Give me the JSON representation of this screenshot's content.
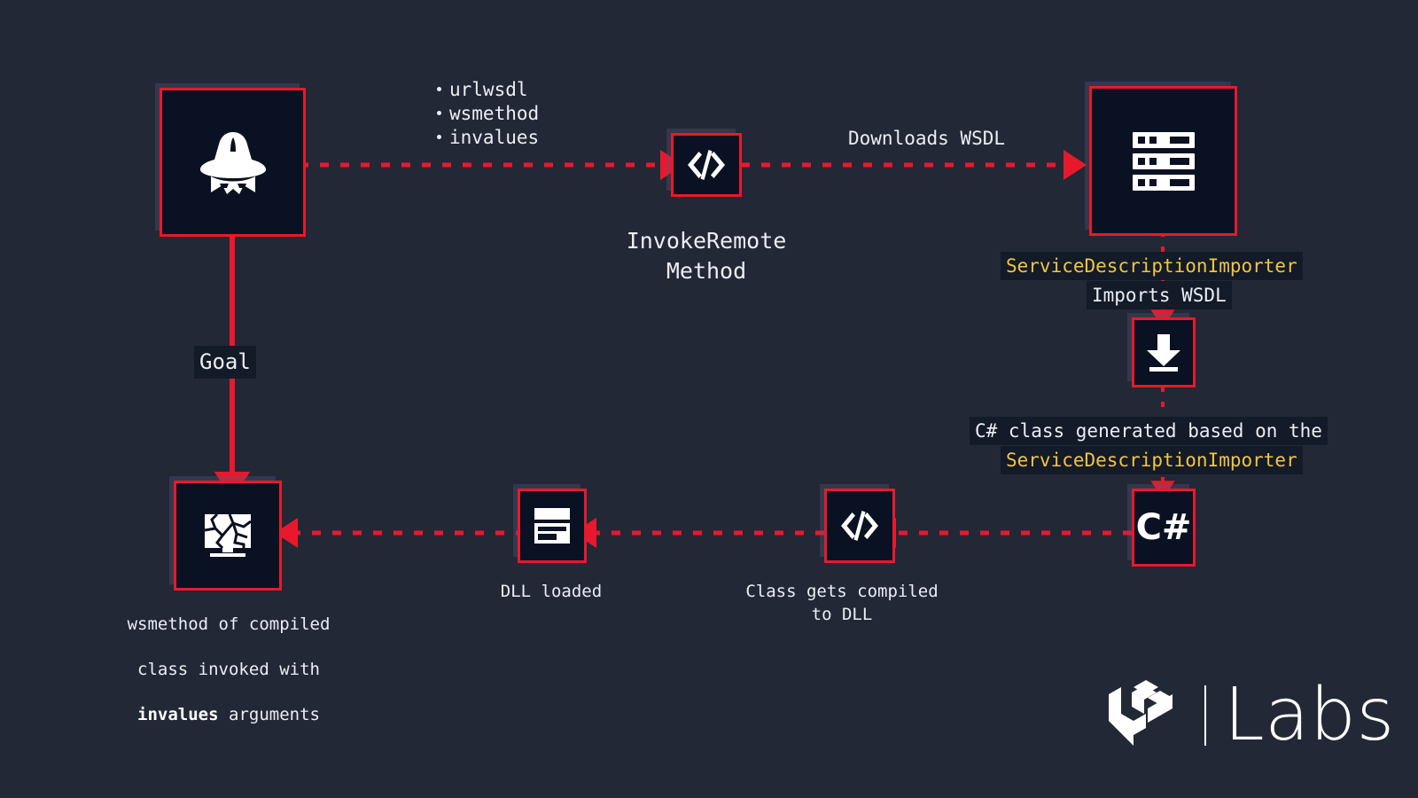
{
  "theme": {
    "background": "#222836",
    "node_fill": "#0a1122",
    "accent_red": "#e8192c",
    "label_plate": "#131a28",
    "text": "#eceef4",
    "highlight_yellow": "#f2c53d",
    "icon_white": "#ffffff"
  },
  "nodes": {
    "attacker": {
      "icon": "user-secret-icon"
    },
    "invoke": {
      "icon": "code-icon",
      "caption": "InvokeRemote\nMethod"
    },
    "server": {
      "icon": "server-icon"
    },
    "download": {
      "icon": "download-icon"
    },
    "csharp": {
      "label": "C#"
    },
    "compile": {
      "icon": "code-icon",
      "caption": "Class gets compiled\nto DLL"
    },
    "dll": {
      "icon": "dll-window-icon",
      "caption": "DLL loaded"
    },
    "victim": {
      "icon": "compromised-computer-icon",
      "caption_line1": "wsmethod of compiled",
      "caption_line2": "class invoked with",
      "caption_line3_bold": "invalues",
      "caption_line3_rest": " arguments"
    }
  },
  "params": {
    "items": [
      "urlwsdl",
      "wsmethod",
      "invalues"
    ]
  },
  "edges": {
    "downloads_wsdl": "Downloads WSDL",
    "goal": "Goal",
    "importer_1": "ServiceDescriptionImporter",
    "imports_wsdl": "Imports WSDL",
    "generated_line1": "C# class generated based on the",
    "generated_line2": "ServiceDescriptionImporter"
  },
  "brand": {
    "logo": "praetorian-logo-icon",
    "word": "Labs"
  }
}
